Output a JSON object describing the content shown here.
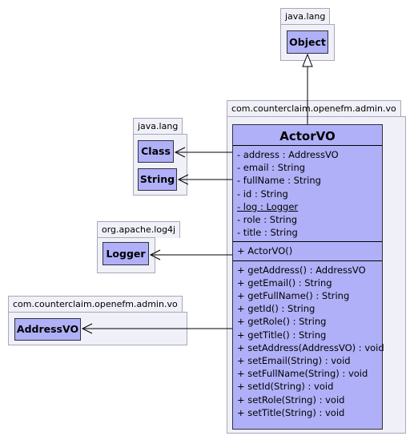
{
  "packages": {
    "java_lang_top": {
      "name": "java.lang"
    },
    "admin_vo_main": {
      "name": "com.counterclaim.openefm.admin.vo"
    },
    "java_lang_mid": {
      "name": "java.lang"
    },
    "log4j": {
      "name": "org.apache.log4j"
    },
    "admin_vo_left": {
      "name": "com.counterclaim.openefm.admin.vo"
    }
  },
  "classes": {
    "object": "Object",
    "class": "Class",
    "string": "String",
    "logger": "Logger",
    "address_vo": "AddressVO"
  },
  "actor": {
    "name": "ActorVO",
    "attributes": [
      {
        "text": "- address : AddressVO",
        "static": false
      },
      {
        "text": "- email : String",
        "static": false
      },
      {
        "text": "- fullName : String",
        "static": false
      },
      {
        "text": "- id : String",
        "static": false
      },
      {
        "text": "- log : Logger",
        "static": true
      },
      {
        "text": "- role : String",
        "static": false
      },
      {
        "text": "- title : String",
        "static": false
      }
    ],
    "constructors": [
      "+ ActorVO()"
    ],
    "methods": [
      "+ getAddress() : AddressVO",
      "+ getEmail() : String",
      "+ getFullName() : String",
      "+ getId() : String",
      "+ getRole() : String",
      "+ getTitle() : String",
      "+ setAddress(AddressVO) : void",
      "+ setEmail(String) : void",
      "+ setFullName(String) : void",
      "+ setId(String) : void",
      "+ setRole(String) : void",
      "+ setTitle(String) : void"
    ]
  },
  "colors": {
    "package_fill": "#f0f0f8",
    "class_fill": "#b0b0f8",
    "border": "#303040"
  }
}
